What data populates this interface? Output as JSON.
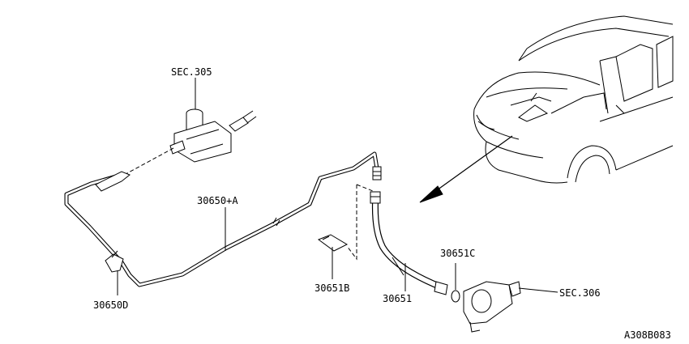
{
  "labels": {
    "sec305": "SEC.305",
    "sec306": "SEC.306",
    "p30650a": "30650+A",
    "p30650d": "30650D",
    "p30651b": "30651B",
    "p30651": "30651",
    "p30651c": "30651C",
    "drawing_code": "A308B083"
  }
}
